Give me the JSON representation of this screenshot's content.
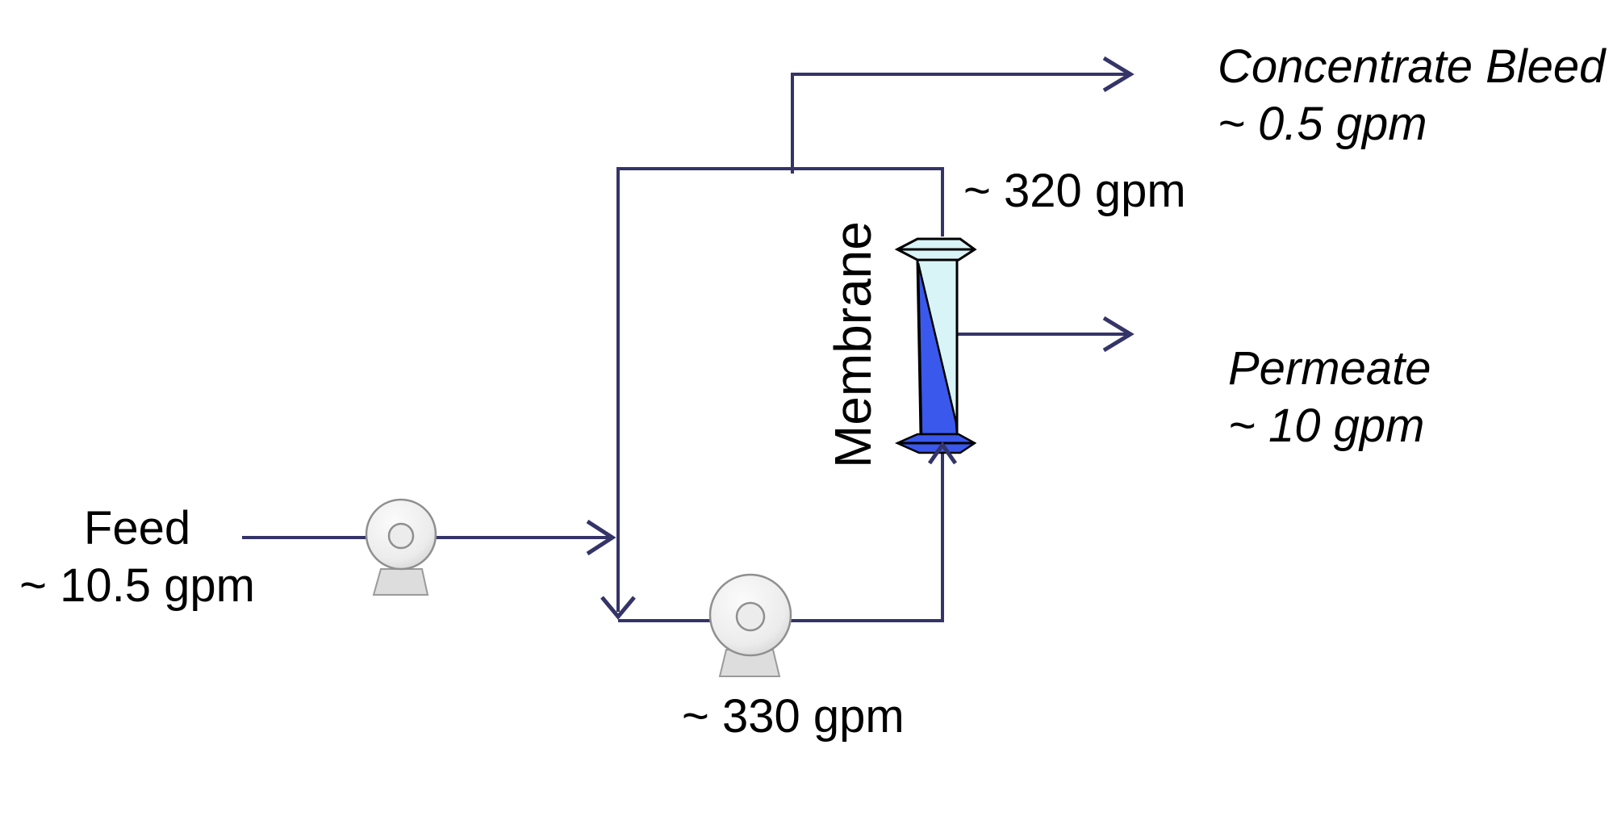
{
  "diagram": {
    "labels": {
      "feed_title": "Feed",
      "feed_flow": "~ 10.5 gpm",
      "recirc_flow": "~ 330 gpm",
      "membrane_feed_flow": "~ 320 gpm",
      "bleed_title": "Concentrate Bleed",
      "bleed_flow": "~ 0.5 gpm",
      "permeate_title": "Permeate",
      "permeate_flow": "~ 10 gpm",
      "membrane": "Membrane"
    },
    "colors": {
      "pipe": "#343468",
      "outline": "#000000",
      "membrane_body": "#D8F4F7",
      "membrane_concentrate": "#3A58EC",
      "pump_fill": "#DDDDDD",
      "pump_outline": "#8F8F8F",
      "text": "#000000",
      "background": "#FFFFFF"
    }
  }
}
